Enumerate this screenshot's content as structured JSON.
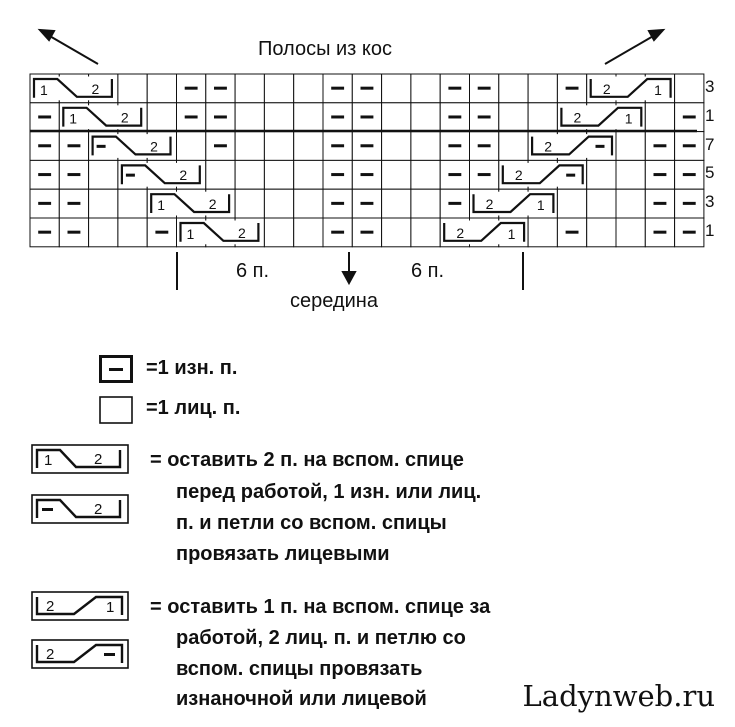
{
  "chart": {
    "title": "Полосы из кос",
    "row_numbers": [
      "3",
      "1",
      "7",
      "5",
      "3",
      "1"
    ],
    "left_count_label": "6 п.",
    "right_count_label": "6 п.",
    "middle_label": "середина"
  },
  "legend": {
    "purl_text": "=1 изн. п.",
    "knit_text": "=1 лиц. п.",
    "cross_front_lines": [
      "= оставить 2 п. на вспом. спице",
      "перед работой, 1 изн. или лиц.",
      "п. и петли со вспом. спицы",
      "провязать лицевыми"
    ],
    "cross_back_lines": [
      "= оставить 1 п. на вспом. спице за",
      "работой, 2 лиц. п. и петлю со",
      "вспом. спицы провязать",
      "изнаночной или лицевой"
    ]
  },
  "watermark": "Ladynweb.ru",
  "symbols": {
    "purl": "–",
    "cross_left_num": "1",
    "cross_right_num": "2"
  }
}
